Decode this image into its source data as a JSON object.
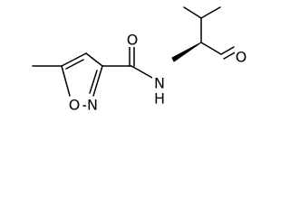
{
  "molecule": {
    "atoms": [
      {
        "id": "o-aldehyde",
        "symbol": "O"
      },
      {
        "id": "n-amide",
        "symbol": "N"
      },
      {
        "id": "h-amide",
        "symbol": "H"
      },
      {
        "id": "o-amide",
        "symbol": "O"
      },
      {
        "id": "n-isoxazole",
        "symbol": "N"
      },
      {
        "id": "o-isoxazole",
        "symbol": "O"
      }
    ]
  },
  "colors": {
    "bond": "#000000",
    "background": "#ffffff"
  }
}
